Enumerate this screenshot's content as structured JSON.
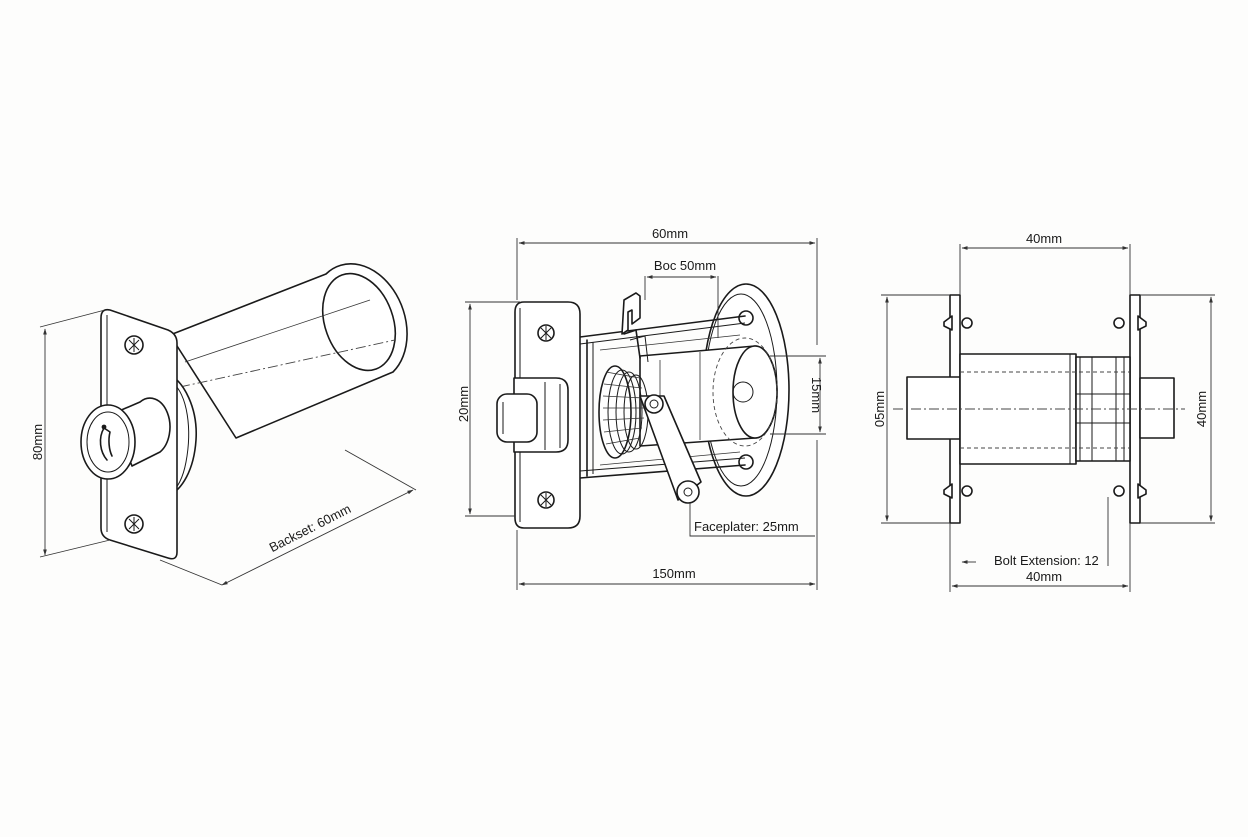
{
  "drawing": {
    "left_view": {
      "height_label": "80mm",
      "backset_label": "Backset: 60mm"
    },
    "middle_view": {
      "top_width_label": "60mm",
      "boc_label": "Boc 50mm",
      "height_label": "20mm",
      "right_height_label": "15mm",
      "faceplate_label": "Faceplater: 25mm",
      "bottom_width_label": "150mm"
    },
    "right_view": {
      "top_width_label": "40mm",
      "left_height_label": "05mm",
      "right_height_label": "40mm",
      "bolt_extension_label": "Bolt Extension: 12",
      "bottom_width_label": "40mm"
    }
  }
}
